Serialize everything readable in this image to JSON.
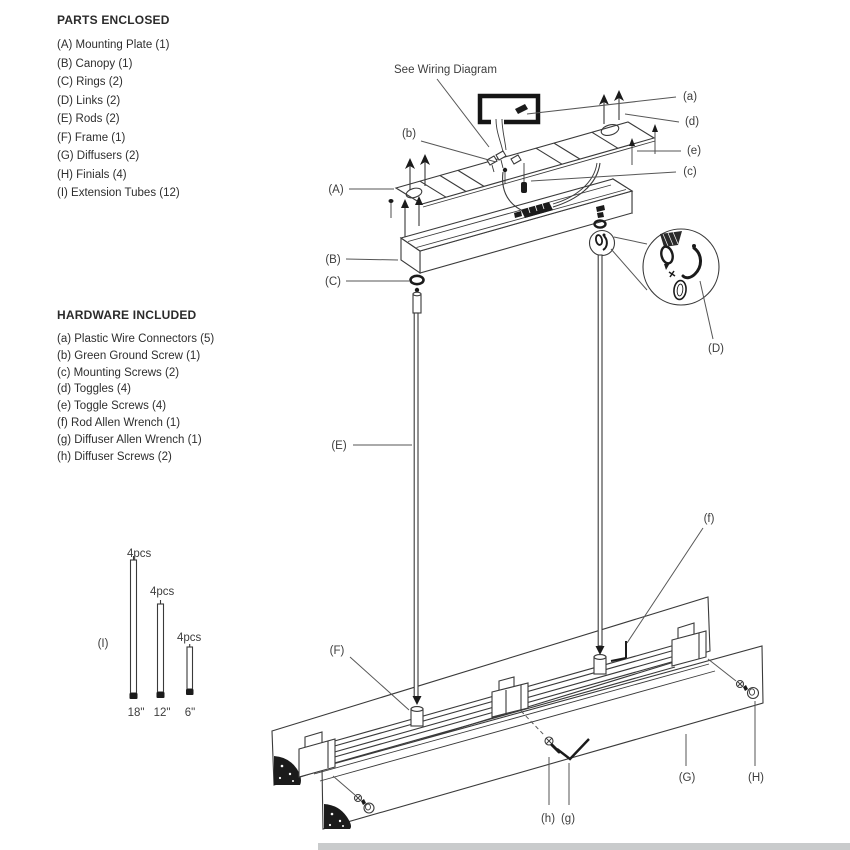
{
  "parts_enclosed": {
    "title": "PARTS ENCLOSED",
    "items": [
      "(A) Mounting Plate (1)",
      "(B) Canopy (1)",
      "(C) Rings (2)",
      "(D) Links (2)",
      "(E) Rods (2)",
      "(F) Frame (1)",
      "(G) Diffusers (2)",
      "(H) Finials (4)",
      "(I) Extension Tubes (12)"
    ]
  },
  "hardware_included": {
    "title": "HARDWARE INCLUDED",
    "items": [
      "(a) Plastic Wire Connectors (5)",
      "(b) Green Ground Screw (1)",
      "(c) Mounting Screws (2)",
      "(d) Toggles (4)",
      "(e) Toggle Screws (4)",
      "(f) Rod Allen Wrench (1)",
      "(g) Diffuser Allen Wrench (1)",
      "(h) Diffuser Screws (2)"
    ]
  },
  "extension_tubes": {
    "callout": "(I)",
    "tubes": [
      {
        "qty": "4pcs",
        "size": "18\""
      },
      {
        "qty": "4pcs",
        "size": "12\""
      },
      {
        "qty": "4pcs",
        "size": "6\""
      }
    ]
  },
  "diagram": {
    "wiring_note": "See Wiring Diagram",
    "callouts": {
      "A": "(A)",
      "B": "(B)",
      "C": "(C)",
      "D": "(D)",
      "E": "(E)",
      "F": "(F)",
      "G": "(G)",
      "H": "(H)",
      "a": "(a)",
      "b": "(b)",
      "c": "(c)",
      "d": "(d)",
      "e": "(e)",
      "f": "(f)",
      "g": "(g)",
      "h": "(h)"
    }
  },
  "colors": {
    "line": "#3a3a3a",
    "dark": "#1b1b1b",
    "page_edge": "#c9cbcc"
  }
}
